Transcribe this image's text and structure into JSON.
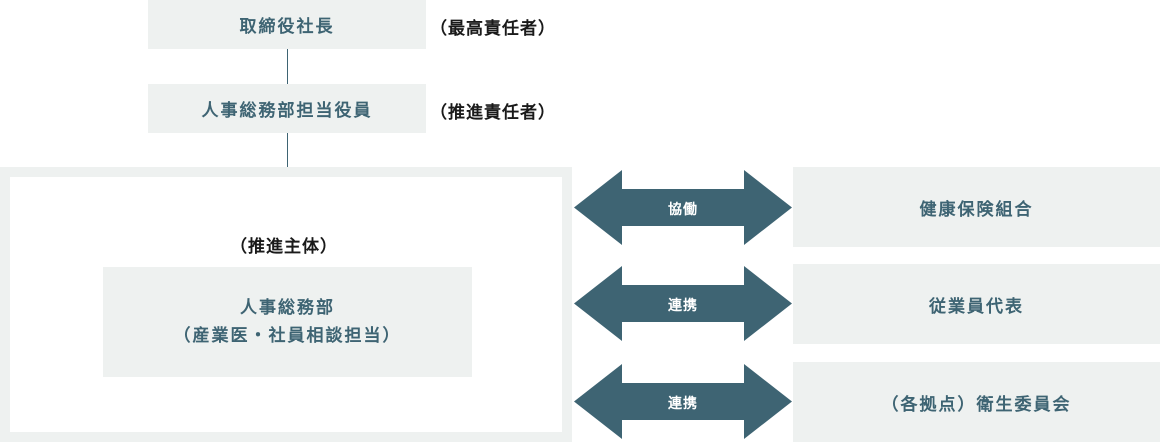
{
  "top_box": {
    "label": "取締役社長",
    "role": "（最高責任者）"
  },
  "second_box": {
    "label": "人事総務部担当役員",
    "role": "（推進責任者）"
  },
  "main_frame": {
    "heading": "（推進主体）",
    "inner_line1": "人事総務部",
    "inner_line2": "（産業医・社員相談担当）"
  },
  "arrows": [
    {
      "label": "協働"
    },
    {
      "label": "連携"
    },
    {
      "label": "連携"
    }
  ],
  "partners": [
    {
      "label": "健康保険組合"
    },
    {
      "label": "従業員代表"
    },
    {
      "label": "（各拠点）衛生委員会"
    }
  ],
  "colors": {
    "accent": "#3e6473",
    "box_bg": "#eef1f0"
  }
}
